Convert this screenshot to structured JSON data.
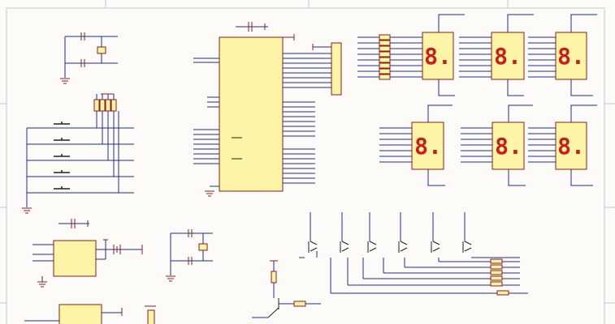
{
  "colors": {
    "wire": "#1f2a9c",
    "part_outline": "#8a1c1c",
    "part_fill": "#fdf5a6",
    "seg_on": "#d11a1a",
    "ground": "#8a1c1c",
    "frame": "#c7c7c7",
    "background": "#fdfbf7"
  },
  "schematic": {
    "seven_segment_digits": [
      {
        "glyph": "8."
      },
      {
        "glyph": "8."
      },
      {
        "glyph": "8."
      },
      {
        "glyph": "8."
      },
      {
        "glyph": "8."
      },
      {
        "glyph": "8."
      }
    ],
    "push_button_count": 5,
    "pnp_transistor_count": 6
  }
}
